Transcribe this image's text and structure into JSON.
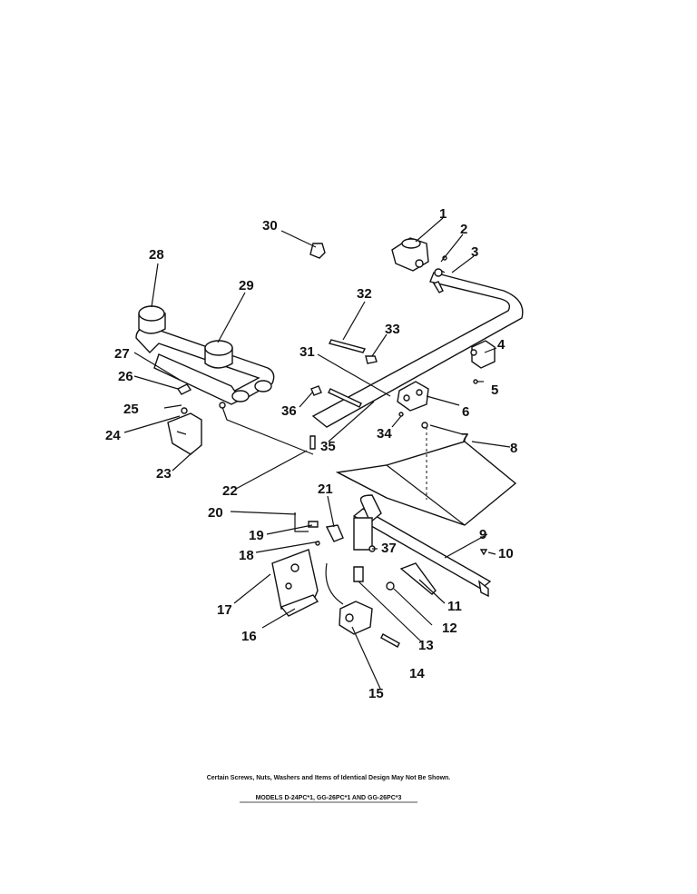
{
  "labels": {
    "l1": "1",
    "l2": "2",
    "l3": "3",
    "l4": "4",
    "l5": "5",
    "l6": "6",
    "l7": "7",
    "l8": "8",
    "l9": "9",
    "l10": "10",
    "l11": "11",
    "l12": "12",
    "l13": "13",
    "l14": "14",
    "l15": "15",
    "l16": "16",
    "l17": "17",
    "l18": "18",
    "l19": "19",
    "l20": "20",
    "l21": "21",
    "l22": "22",
    "l23": "23",
    "l24": "24",
    "l25": "25",
    "l26": "26",
    "l27": "27",
    "l28": "28",
    "l29": "29",
    "l30": "30",
    "l31": "31",
    "l32": "32",
    "l33": "33",
    "l34": "34",
    "l35": "35",
    "l36": "36",
    "l37": "37"
  },
  "footer": {
    "note": "Certain Screws, Nuts, Washers and Items of Identical Design May Not Be Shown.",
    "models": "MODELS D-24PC*1, GG-26PC*1 AND GG-26PC*3"
  }
}
